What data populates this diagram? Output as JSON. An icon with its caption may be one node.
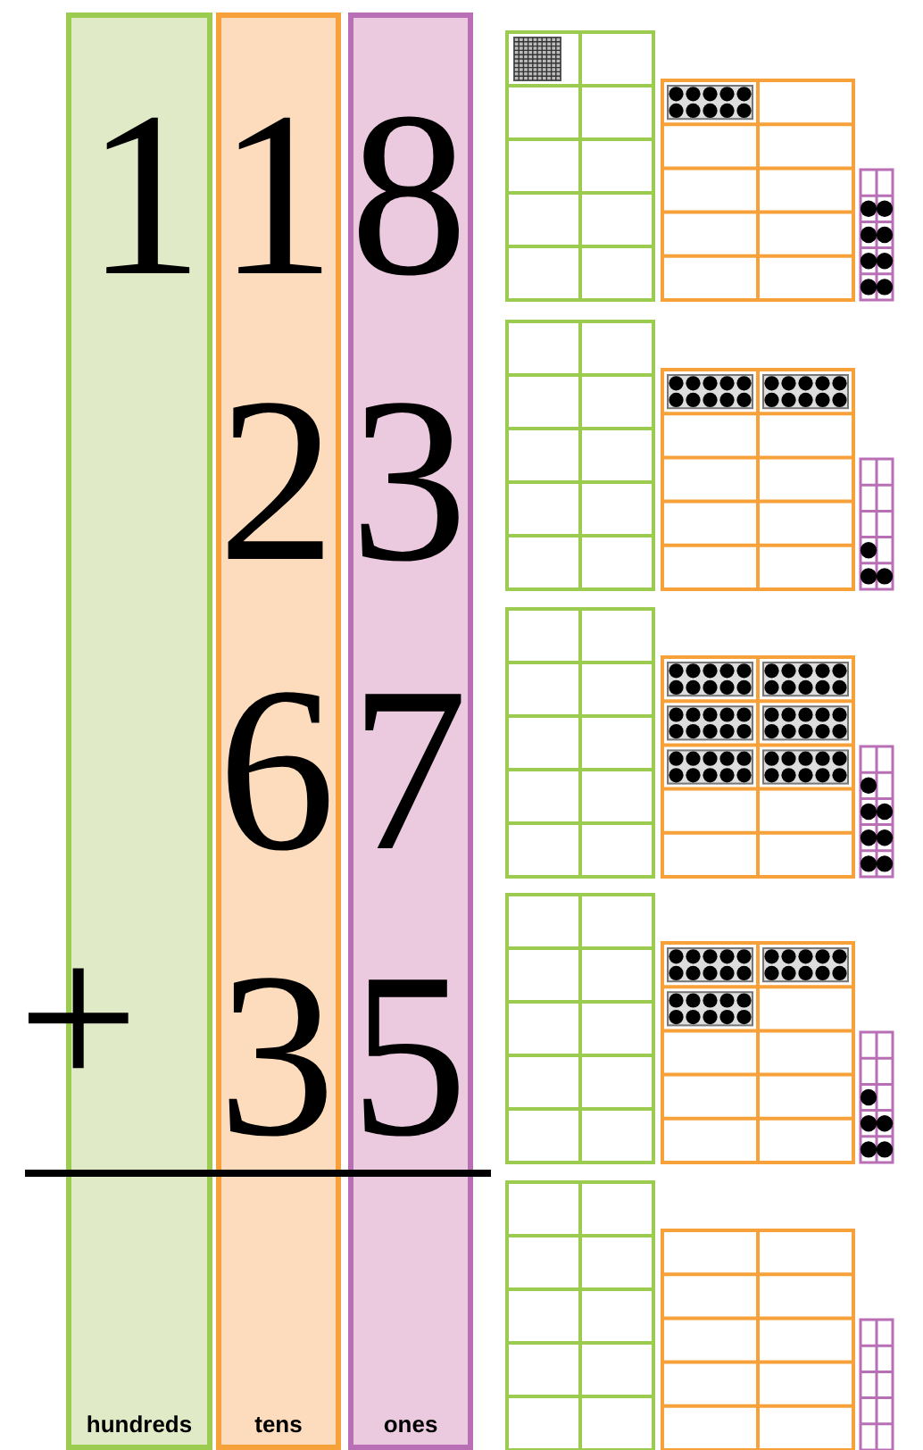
{
  "diagram": {
    "nodes": [
      {
        "text": [
          "1",
          "hundreds"
        ]
      },
      {
        "text": [
          "1",
          "2",
          "6",
          "3",
          "tens"
        ]
      },
      {
        "text": [
          "8",
          "3",
          "7",
          "5",
          "ones"
        ]
      }
    ],
    "labels": [
      "+"
    ]
  }
}
